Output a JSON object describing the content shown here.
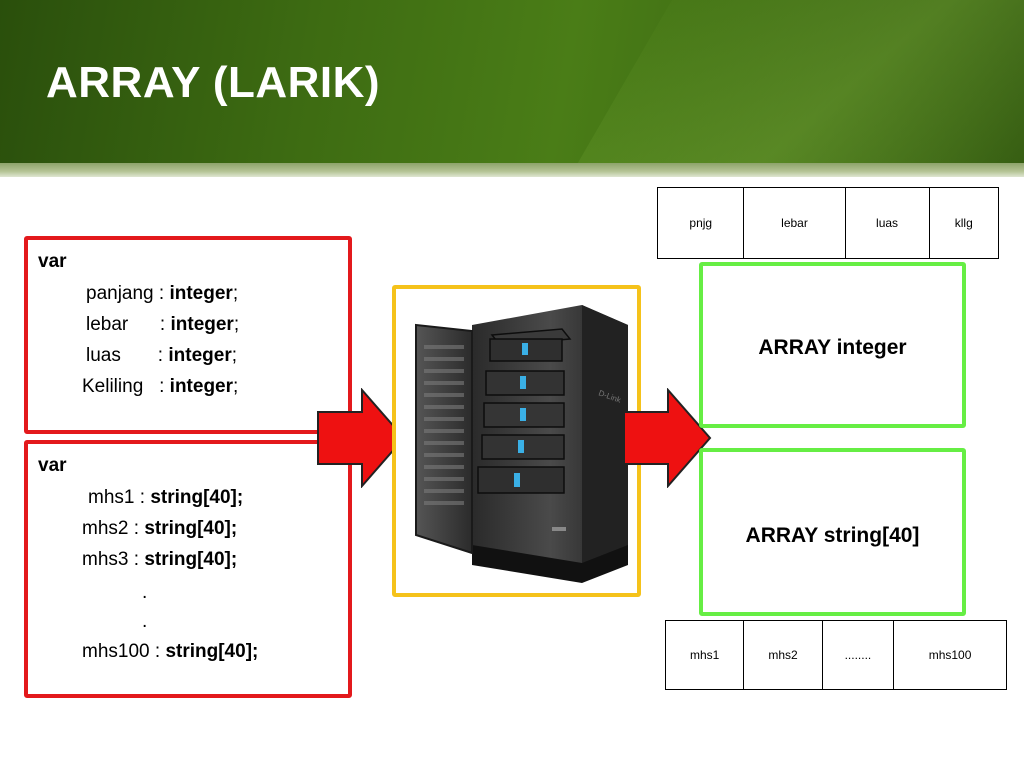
{
  "slide": {
    "title": "ARRAY (LARIK)"
  },
  "integer_block": {
    "keyword": "var",
    "lines": [
      {
        "name": "panjang",
        "sep": " : ",
        "type": "integer",
        "end": ";"
      },
      {
        "name": "lebar",
        "sep": "      : ",
        "type": "integer",
        "end": ";"
      },
      {
        "name": "luas",
        "sep": "       : ",
        "type": "integer",
        "end": ";"
      },
      {
        "name": "Keliling",
        "sep": "   : ",
        "type": "integer",
        "end": ";"
      }
    ]
  },
  "string_block": {
    "keyword": "var",
    "lines": [
      {
        "name": "mhs1",
        "sep": " : ",
        "type": "string[40];"
      },
      {
        "name": "mhs2",
        "sep": " : ",
        "type": "string[40];"
      },
      {
        "name": "mhs3",
        "sep": " : ",
        "type": "string[40];"
      },
      {
        "dot": "."
      },
      {
        "dot": "."
      },
      {
        "name": "mhs100",
        "sep": " : ",
        "type": "string[40];"
      }
    ]
  },
  "integer_array": {
    "label": "ARRAY integer",
    "cells": [
      "pnjg",
      "lebar",
      "luas",
      "kllg"
    ]
  },
  "string_array": {
    "label": "ARRAY string[40]",
    "cells": [
      "mhs1",
      "mhs2",
      "........",
      "mhs100"
    ]
  },
  "icons": {
    "arrow_left": "red-right-arrow-icon",
    "arrow_right": "red-right-arrow-icon",
    "server": "storage-server-icon"
  },
  "colors": {
    "header_green": "#3d6b12",
    "code_border": "#e3191c",
    "image_border": "#f5c21a",
    "array_border": "#66ee44",
    "arrow_fill": "#ee1111"
  }
}
